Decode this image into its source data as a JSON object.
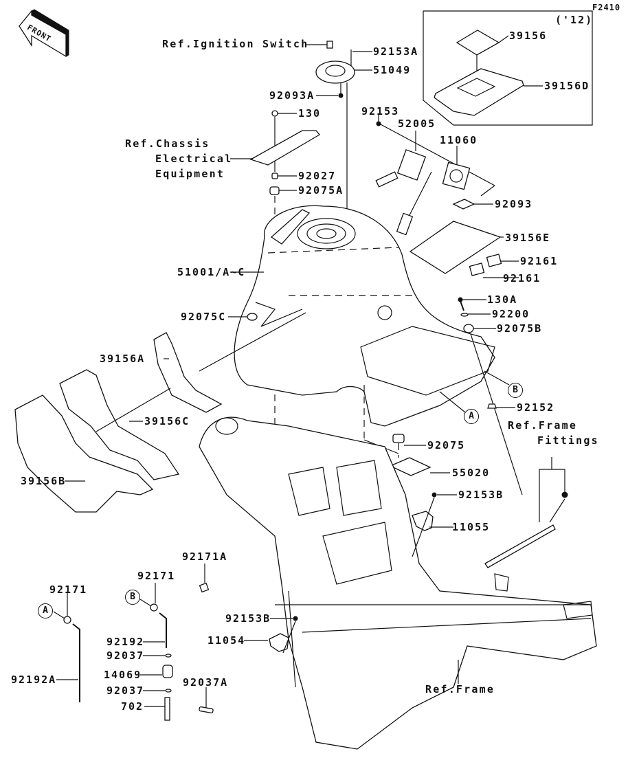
{
  "diagram": {
    "figure_code": "F2410",
    "inset_year": "('12)",
    "front_label": "FRONT",
    "callouts": {
      "ref_ignition_switch": "Ref.Ignition Switch",
      "p92153A": "92153A",
      "p51049": "51049",
      "p92093A": "92093A",
      "p130": "130",
      "ref_chassis_1": "Ref.Chassis",
      "ref_chassis_2": "Electrical",
      "ref_chassis_3": "Equipment",
      "p92027": "92027",
      "p92075A": "92075A",
      "p92153": "92153",
      "p52005": "52005",
      "p11060": "11060",
      "p92093": "92093",
      "p39156E": "39156E",
      "p92161_a": "92161",
      "p92161_b": "92161",
      "p39156": "39156",
      "p39156D": "39156D",
      "p51001": "51001/A~C",
      "p92075C": "92075C",
      "p130A": "130A",
      "p92200": "92200",
      "p92075B": "92075B",
      "p92152": "92152",
      "ref_frame_fittings_1": "Ref.Frame",
      "ref_frame_fittings_2": "Fittings",
      "p39156A": "39156A",
      "p39156C": "39156C",
      "p39156B": "39156B",
      "p92075": "92075",
      "p55020": "55020",
      "p92153B_a": "92153B",
      "p11055": "11055",
      "p92171A": "92171A",
      "p92171_a": "92171",
      "p92171_b": "92171",
      "p92192": "92192",
      "p92037_a": "92037",
      "p14069": "14069",
      "p92037_b": "92037",
      "p702": "702",
      "p92192A": "92192A",
      "p92037A": "92037A",
      "p92153B_b": "92153B",
      "p11054": "11054",
      "ref_frame": "Ref.Frame"
    },
    "markers": {
      "A": "A",
      "B": "B"
    }
  }
}
